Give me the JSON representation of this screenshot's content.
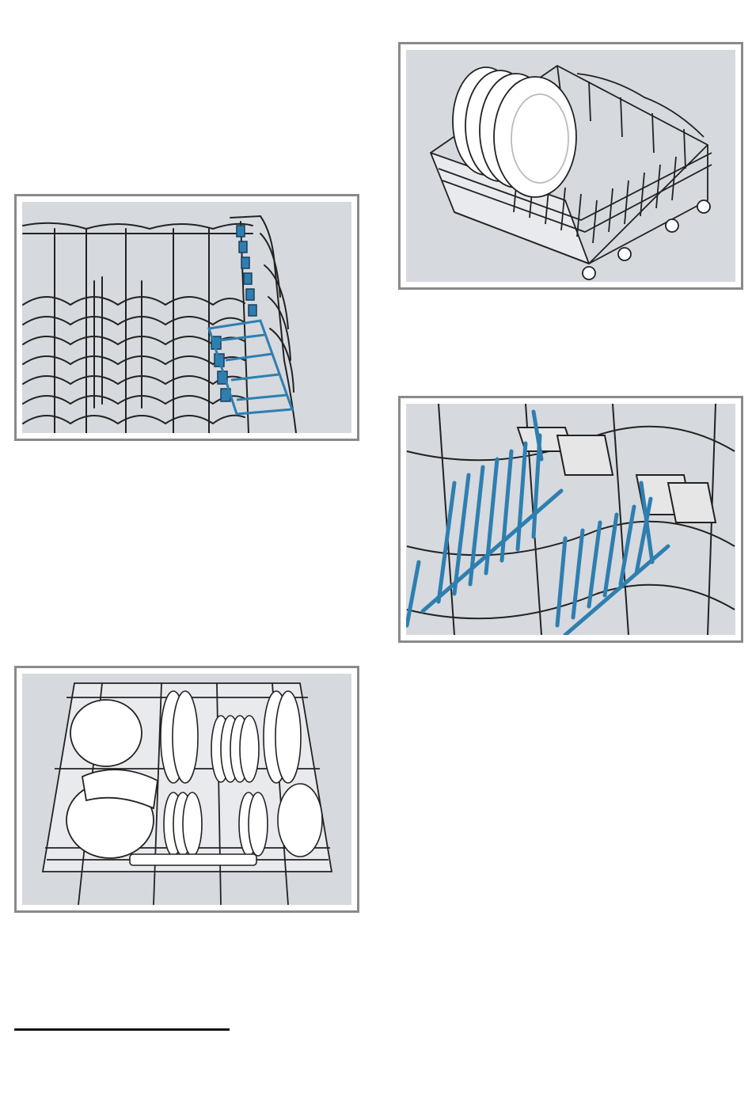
{
  "figures": [
    {
      "id": "cutlery-rack",
      "icon": "dishwasher-upper-rack-with-blue-cutlery-shelf"
    },
    {
      "id": "plates-rack",
      "icon": "dishwasher-rack-with-large-plates"
    },
    {
      "id": "tines",
      "icon": "foldable-blue-plate-tines"
    },
    {
      "id": "loaded-rack",
      "icon": "loaded-dishwasher-lower-rack"
    }
  ],
  "colors": {
    "panel_background": "#d6d9de",
    "frame_border": "#8a8a8a",
    "highlight_blue": "#2e7fb0",
    "wire": "#ffffff",
    "outline": "#222222"
  }
}
